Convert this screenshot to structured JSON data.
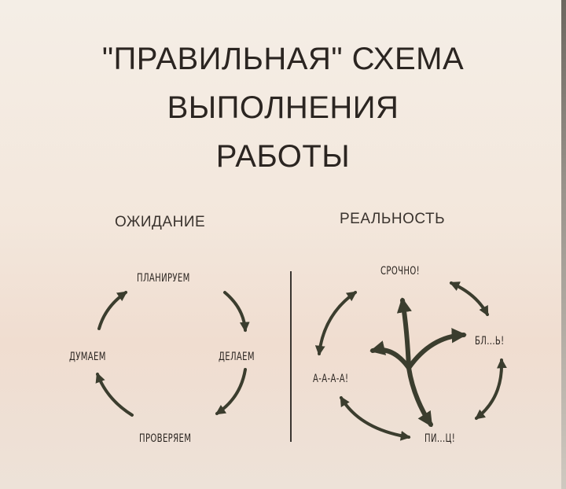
{
  "title": {
    "line1": "\"ПРАВИЛЬНАЯ\" СХЕМА",
    "line2": "ВЫПОЛНЕНИЯ",
    "line3": "РАБОТЫ"
  },
  "expectation": {
    "heading": "ОЖИДАНИЕ",
    "nodes": {
      "plan": "ПЛАНИРУЕМ",
      "do": "ДЕЛАЕМ",
      "check": "ПРОВЕРЯЕМ",
      "think": "ДУМАЕМ"
    }
  },
  "reality": {
    "heading": "РЕАЛЬНОСТЬ",
    "nodes": {
      "urgent": "СРОЧНО!",
      "bl": "БЛ...Ь!",
      "pi": "ПИ...Ц!",
      "aaaa": "А-А-А-А!"
    }
  },
  "colors": {
    "arrow": "#3b3d2e",
    "text": "#2a2420",
    "background": "#f3e7dc"
  }
}
